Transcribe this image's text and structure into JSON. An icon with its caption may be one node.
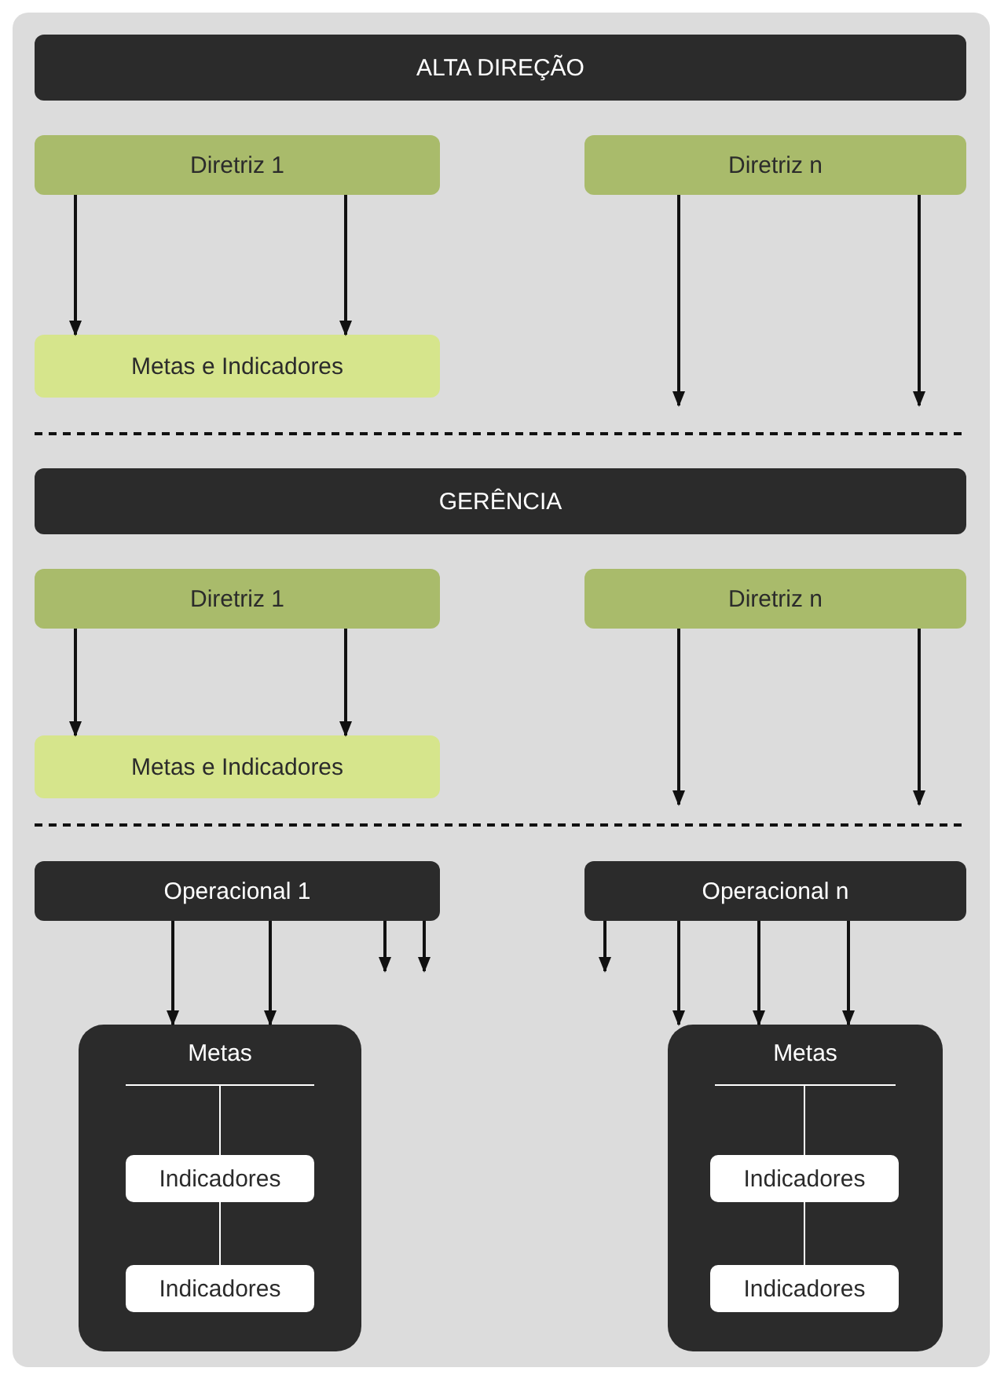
{
  "diagram": {
    "nodes": [
      {
        "text": [
          "ALTA DIREÇÃO"
        ]
      },
      {
        "text": [
          "Diretriz 1"
        ]
      },
      {
        "text": [
          "Diretriz n"
        ]
      },
      {
        "text": [
          "Metas e Indicadores"
        ]
      },
      {
        "text": [
          "GERÊNCIA"
        ]
      },
      {
        "text": [
          "Diretriz 1"
        ]
      },
      {
        "text": [
          "Diretriz n"
        ]
      },
      {
        "text": [
          "Metas e Indicadores"
        ]
      },
      {
        "text": [
          "Operacional 1"
        ]
      },
      {
        "text": [
          "Operacional n"
        ]
      },
      {
        "text": [
          "Metas"
        ]
      },
      {
        "text": [
          "Indicadores"
        ],
        "in": 10
      },
      {
        "text": [
          "Indicadores"
        ],
        "in": 10
      },
      {
        "text": [
          "Metas"
        ]
      },
      {
        "text": [
          "Indicadores"
        ],
        "in": 13
      },
      {
        "text": [
          "Indicadores"
        ],
        "in": 13
      }
    ],
    "edges": [
      {
        "from": 1,
        "to": 3,
        "arrow": "to"
      },
      {
        "from": 1,
        "to": 3,
        "arrow": "to"
      },
      {
        "from": 2,
        "to": null,
        "arrow": "to"
      },
      {
        "from": 2,
        "to": null,
        "arrow": "to"
      },
      {
        "from": 5,
        "to": 7,
        "arrow": "to"
      },
      {
        "from": 5,
        "to": 7,
        "arrow": "to"
      },
      {
        "from": 6,
        "to": null,
        "arrow": "to"
      },
      {
        "from": 6,
        "to": null,
        "arrow": "to"
      },
      {
        "from": 8,
        "to": 10,
        "arrow": "to"
      },
      {
        "from": 8,
        "to": 10,
        "arrow": "to"
      },
      {
        "from": 8,
        "to": null,
        "arrow": "to"
      },
      {
        "from": 8,
        "to": null,
        "arrow": "to"
      },
      {
        "from": 9,
        "to": null,
        "arrow": "to"
      },
      {
        "from": 9,
        "to": 13,
        "arrow": "to"
      },
      {
        "from": 9,
        "to": 13,
        "arrow": "to"
      },
      {
        "from": 9,
        "to": 13,
        "arrow": "to"
      },
      {
        "from": 10,
        "to": 11,
        "arrow": "none",
        "color": "#ffffff"
      },
      {
        "from": 11,
        "to": 12,
        "arrow": "none",
        "color": "#ffffff"
      },
      {
        "from": 13,
        "to": 14,
        "arrow": "none",
        "color": "#ffffff"
      },
      {
        "from": 14,
        "to": 15,
        "arrow": "none",
        "color": "#ffffff"
      }
    ]
  }
}
